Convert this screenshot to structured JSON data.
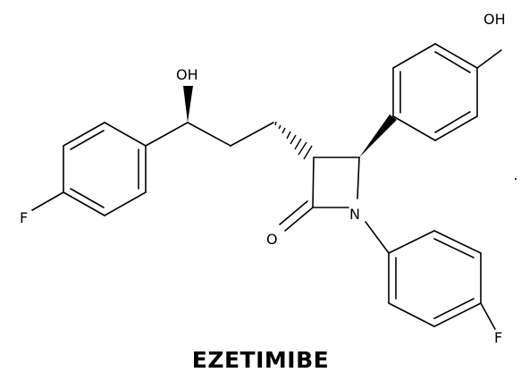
{
  "molecule": {
    "name": "EZETIMIBE",
    "atoms": {
      "top_hydroxyl": "OH",
      "chain_hydroxyl": "OH",
      "left_fluorine": "F",
      "nitrogen": "N",
      "carbonyl_oxygen": "O",
      "bottom_fluorine": "F"
    }
  }
}
